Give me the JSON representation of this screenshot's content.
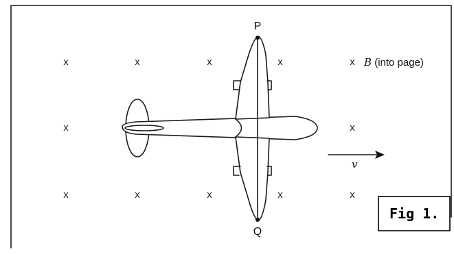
{
  "points": {
    "top_label": "P",
    "bottom_label": "Q"
  },
  "field": {
    "symbol": "x",
    "label_symbol": "B",
    "label_text": " (into page)"
  },
  "velocity": {
    "label": "v"
  },
  "figure_label": "Fig 1."
}
